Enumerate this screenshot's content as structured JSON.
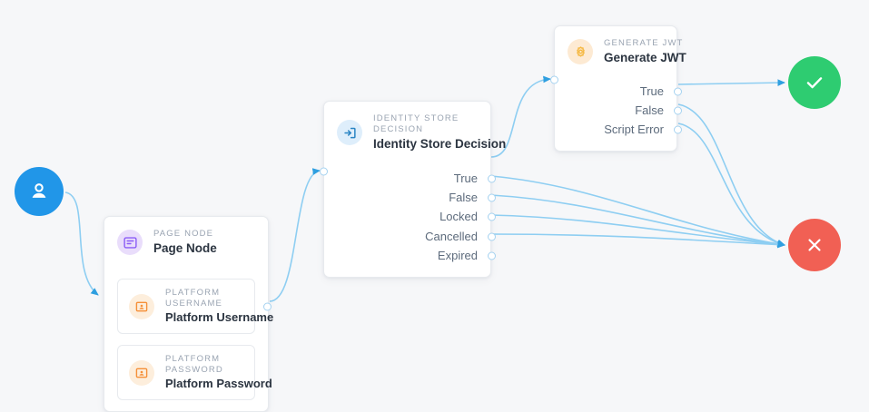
{
  "canvas": {
    "background": "#f6f7f9",
    "edge_color": "#8ecef2"
  },
  "start_node": {
    "name": "start",
    "icon": "user-icon",
    "color": "#2196e8"
  },
  "nodes": [
    {
      "id": "page-node",
      "kicker": "PAGE NODE",
      "title": "Page Node",
      "icon": "page-node-icon",
      "icon_color": "#8b5cf6",
      "fields": [
        {
          "kicker": "PLATFORM USERNAME",
          "title": "Platform Username",
          "icon": "id-card-icon",
          "icon_color": "#f59039"
        },
        {
          "kicker": "PLATFORM PASSWORD",
          "title": "Platform Password",
          "icon": "id-card-icon",
          "icon_color": "#f59039"
        }
      ],
      "outputs": []
    },
    {
      "id": "identity-store-decision",
      "kicker": "IDENTITY STORE DECISION",
      "title": "Identity Store Decision",
      "icon": "login-arrow-icon",
      "icon_color": "#2a85c4",
      "outputs": [
        "True",
        "False",
        "Locked",
        "Cancelled",
        "Expired"
      ]
    },
    {
      "id": "generate-jwt",
      "kicker": "GENERATE JWT",
      "title": "Generate JWT",
      "icon": "gear-icon",
      "icon_color": "#f5b841",
      "outputs": [
        "True",
        "False",
        "Script Error"
      ]
    }
  ],
  "terminals": [
    {
      "id": "success",
      "icon": "check-icon",
      "color": "#2ecc71"
    },
    {
      "id": "failure",
      "icon": "x-icon",
      "color": "#f16054"
    }
  ]
}
